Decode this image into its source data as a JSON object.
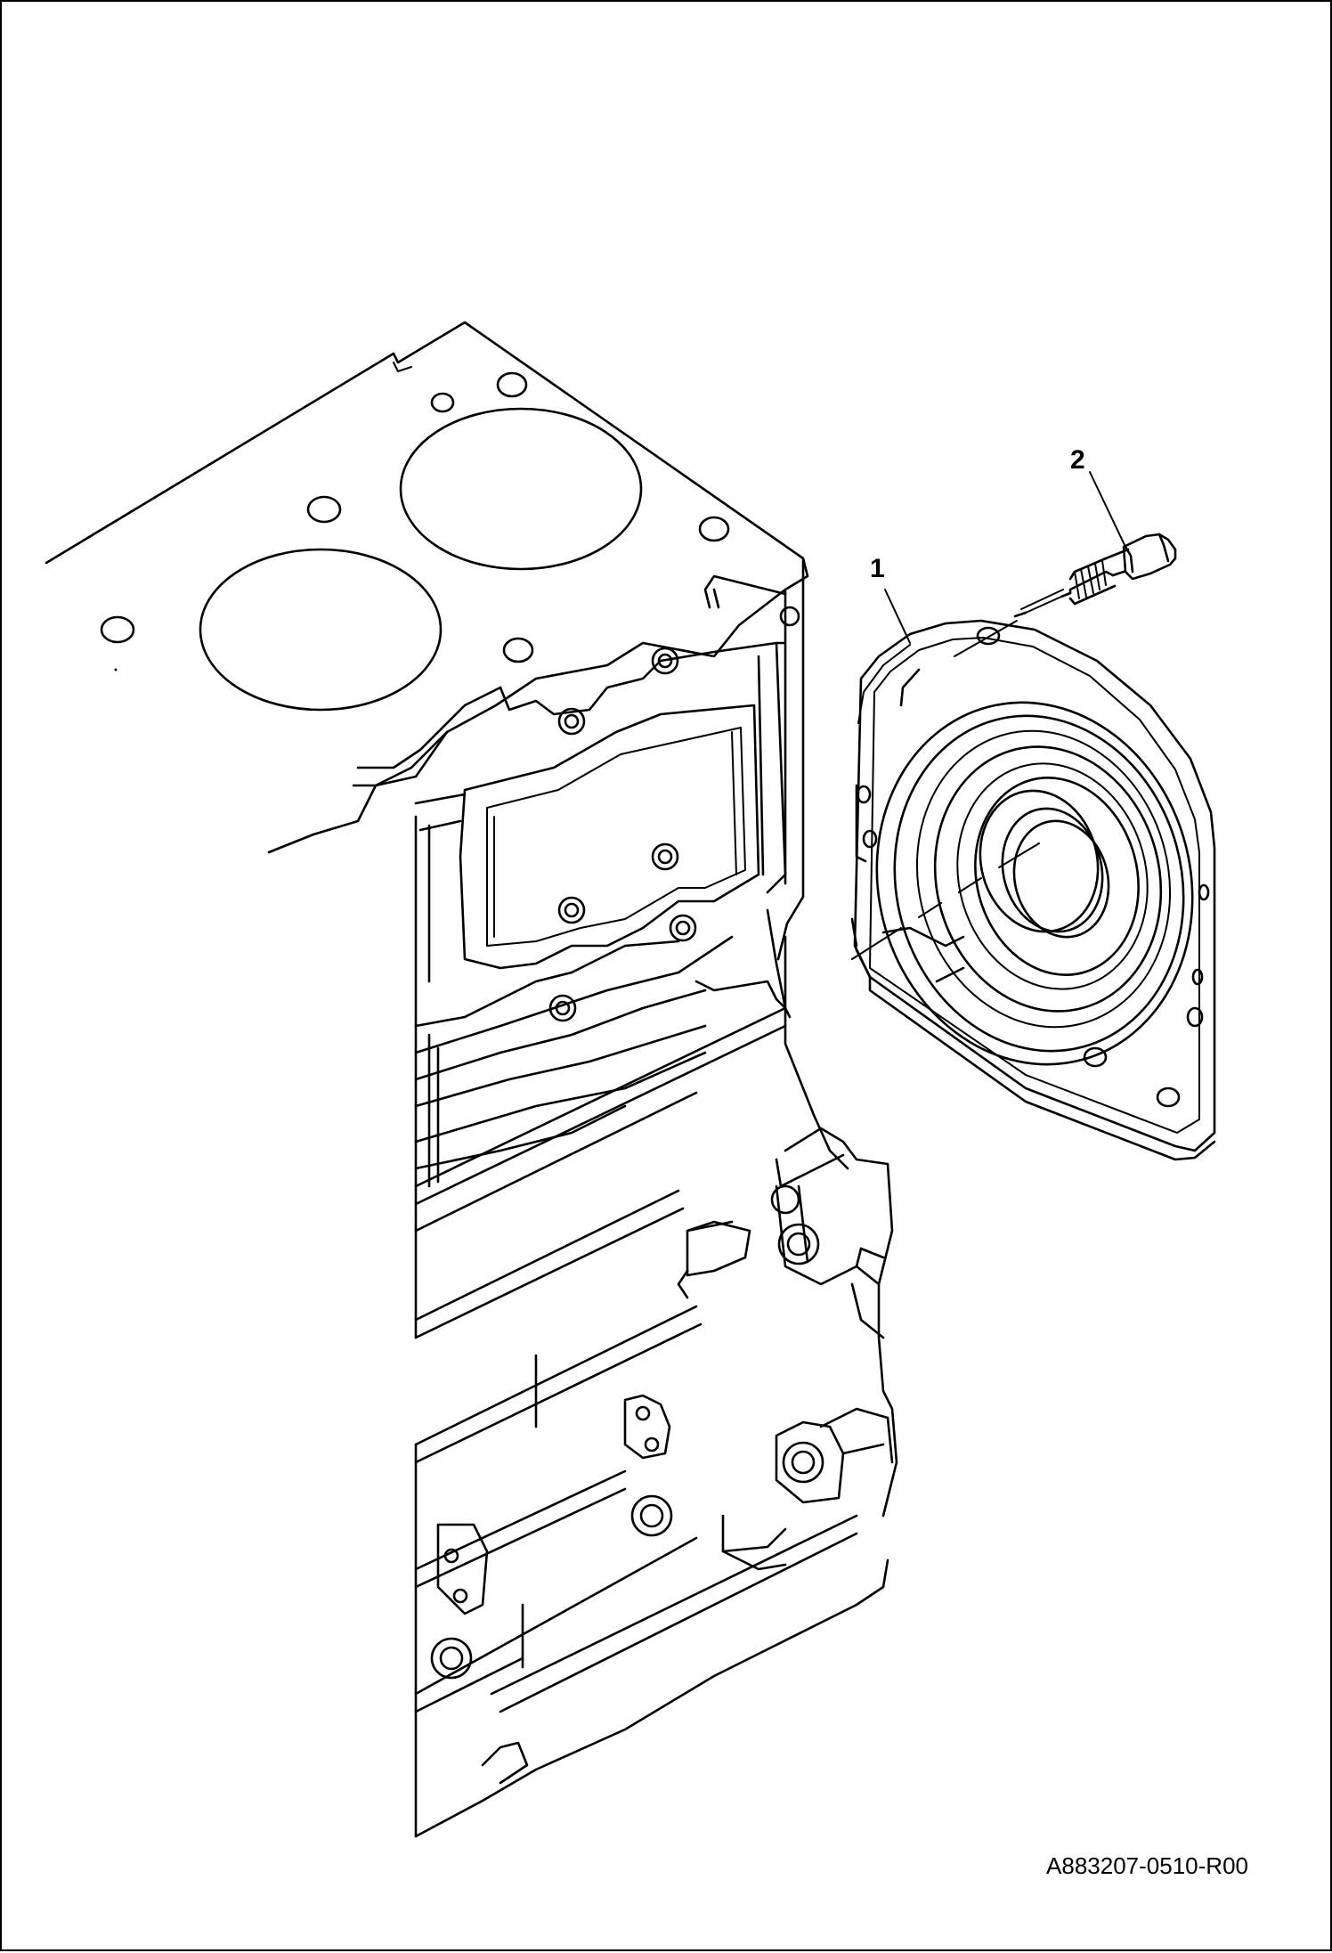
{
  "diagram": {
    "callouts": [
      {
        "id": "1"
      },
      {
        "id": "2"
      }
    ],
    "drawing_code": "A883207-0510-R00"
  },
  "colors": {
    "line": "#000000",
    "background": "#ffffff"
  }
}
